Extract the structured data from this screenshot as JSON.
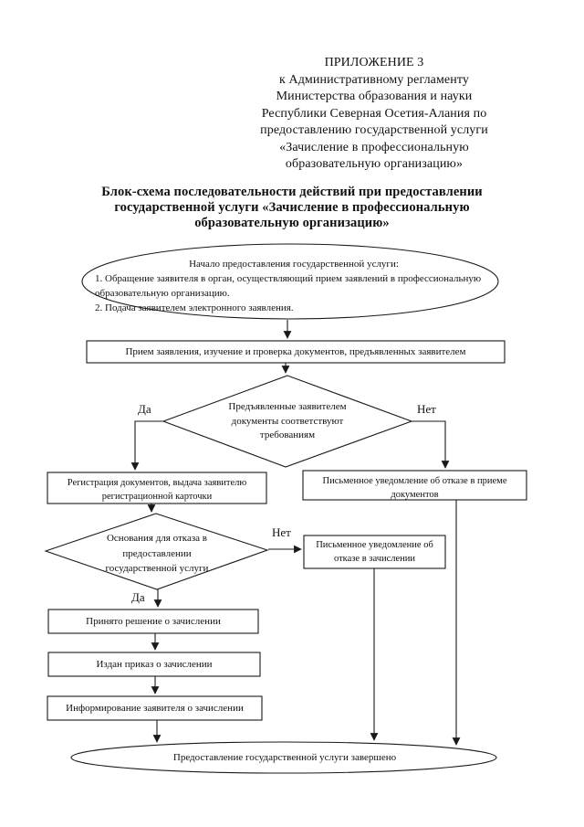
{
  "page": {
    "header": {
      "lines": [
        "ПРИЛОЖЕНИЕ 3",
        "к Административному регламенту",
        "Министерства образования и науки",
        "Республики Северная Осетия-Алания по",
        "предоставлению государственной услуги",
        "«Зачисление в профессиональную",
        "образовательную организацию»"
      ]
    },
    "title": {
      "lines": [
        "Блок-схема последовательности действий при предоставлении",
        "государственной услуги «Зачисление в профессиональную",
        "образовательную организацию»"
      ]
    }
  },
  "flow": {
    "start": {
      "lines": [
        "Начало предоставления государственной услуги:",
        "1. Обращение заявителя в орган, осуществляющий прием заявлений в профессиональную",
        "образовательную организацию.",
        "2. Подача заявителем электронного заявления."
      ]
    },
    "receive": {
      "label": "Прием заявления, изучение и проверка документов, предъявленных заявителем"
    },
    "docs_decision": {
      "lines": [
        "Предъявленные заявителем",
        "документы соответствуют",
        "требованиям"
      ],
      "yes_label": "Да",
      "no_label": "Нет"
    },
    "register": {
      "lines": [
        "Регистрация документов, выдача заявителю",
        "регистрационной карточки"
      ]
    },
    "refusal_accept_notice": {
      "lines": [
        "Письменное уведомление об отказе в приеме",
        "документов"
      ]
    },
    "refusal_decision": {
      "lines": [
        "Основания для отказа в",
        "предоставлении",
        "государственной услуги"
      ],
      "yes_label": "Да",
      "no_label": "Нет"
    },
    "refusal_enroll_notice": {
      "lines": [
        "Письменное уведомление об",
        "отказе в зачислении"
      ]
    },
    "enroll_decision": {
      "label": "Принято решение о зачислении"
    },
    "enroll_order": {
      "label": "Издан приказ о зачислении"
    },
    "inform": {
      "label": "Информирование заявителя о зачислении"
    },
    "end": {
      "label": "Предоставление государственной услуги завершено"
    }
  },
  "colors": {
    "ink": "#1a1a1a",
    "paper": "#ffffff"
  }
}
